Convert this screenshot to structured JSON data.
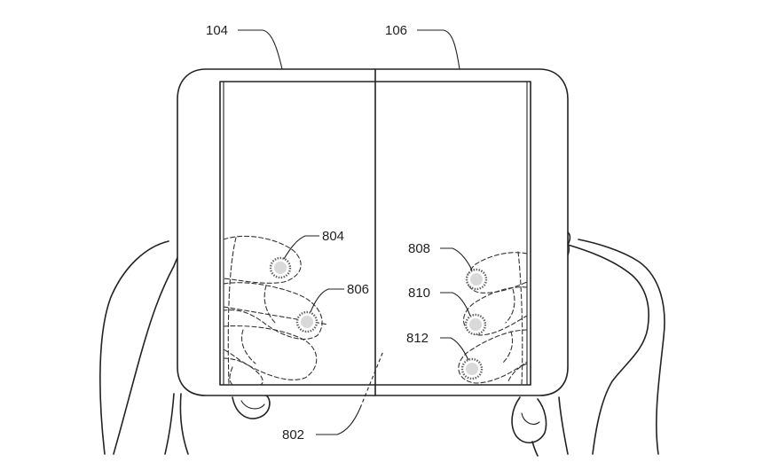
{
  "figure": {
    "labels": {
      "device_left": "104",
      "device_right": "106",
      "fold_region": "802",
      "touch_1": "804",
      "touch_2": "806",
      "touch_3": "808",
      "touch_4": "810",
      "touch_5": "812"
    },
    "colors": {
      "ink": "#222222",
      "touch_point_fill": "#d9d9d9",
      "background": "#ffffff"
    }
  }
}
